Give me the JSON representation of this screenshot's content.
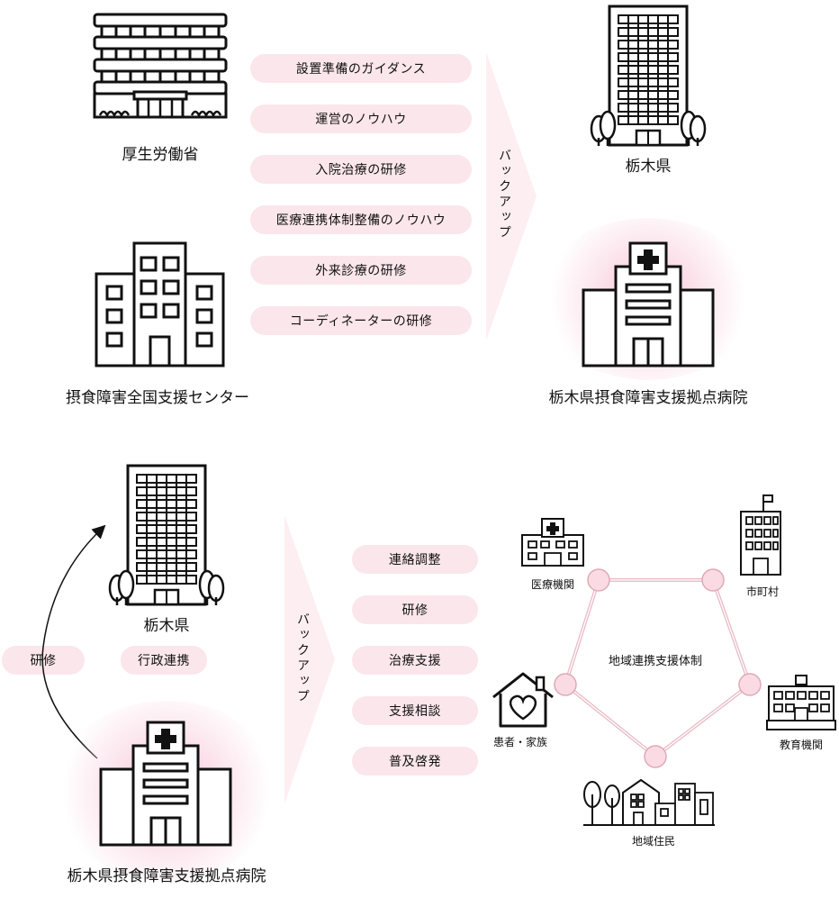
{
  "top": {
    "mhlw_label": "厚生労働省",
    "center_label": "摂食障害全国支援センター",
    "pref_label": "栃木県",
    "hospital_label": "栃木県摂食障害支援拠点病院",
    "backup_label": "バックアップ",
    "pills": [
      "設置準備のガイダンス",
      "運営のノウハウ",
      "入院治療の研修",
      "医療連携体制整備のノウハウ",
      "外来診療の研修",
      "コーディネーターの研修"
    ]
  },
  "bottom": {
    "pref_label": "栃木県",
    "training_label": "研修",
    "admin_label": "行政連携",
    "hospital_label": "栃木県摂食障害支援拠点病院",
    "backup_label": "バックアップ",
    "pills": [
      "連絡調整",
      "研修",
      "治療支援",
      "支援相談",
      "普及啓発"
    ],
    "network": {
      "center_label": "地域連携支援体制",
      "nodes": {
        "medical": "医療機関",
        "municipality": "市町村",
        "education": "教育機関",
        "residents": "地域住民",
        "family": "患者・家族"
      }
    }
  },
  "colors": {
    "pill_bg": "#fbe6ec",
    "arrow_bg": "#fdeef2",
    "network_line": "#e8bcc8",
    "node_fill": "#fbdbe3"
  }
}
